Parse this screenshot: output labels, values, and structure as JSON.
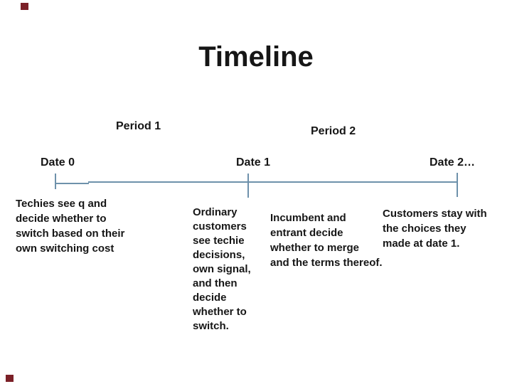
{
  "slide": {
    "title": "Timeline",
    "period_labels": [
      {
        "label": "Period 1"
      },
      {
        "label": "Period 2"
      }
    ],
    "date_labels": [
      {
        "label": "Date 0"
      },
      {
        "label": "Date 1"
      },
      {
        "label": "Date 2…"
      }
    ],
    "timeline": {
      "line_color": "#6e91ab",
      "tick_count": 3,
      "description": "horizontal axis with ticks at Date 0, Date 1, Date 2"
    },
    "annotations": [
      {
        "text": "Techies see q and\ndecide whether to\nswitch based on their\nown switching cost"
      },
      {
        "text": "Ordinary\ncustomers\nsee techie\ndecisions,\nown signal,\nand then\ndecide\nwhether to\nswitch."
      },
      {
        "text": "Incumbent and\nentrant decide\nwhether to merge\nand the terms thereof."
      },
      {
        "text": "Customers stay with\nthe choices they\nmade at date 1."
      }
    ],
    "decor": {
      "corner_mark_color": "#7b2027",
      "background_color": "#ffffff",
      "text_color": "#161616"
    }
  }
}
